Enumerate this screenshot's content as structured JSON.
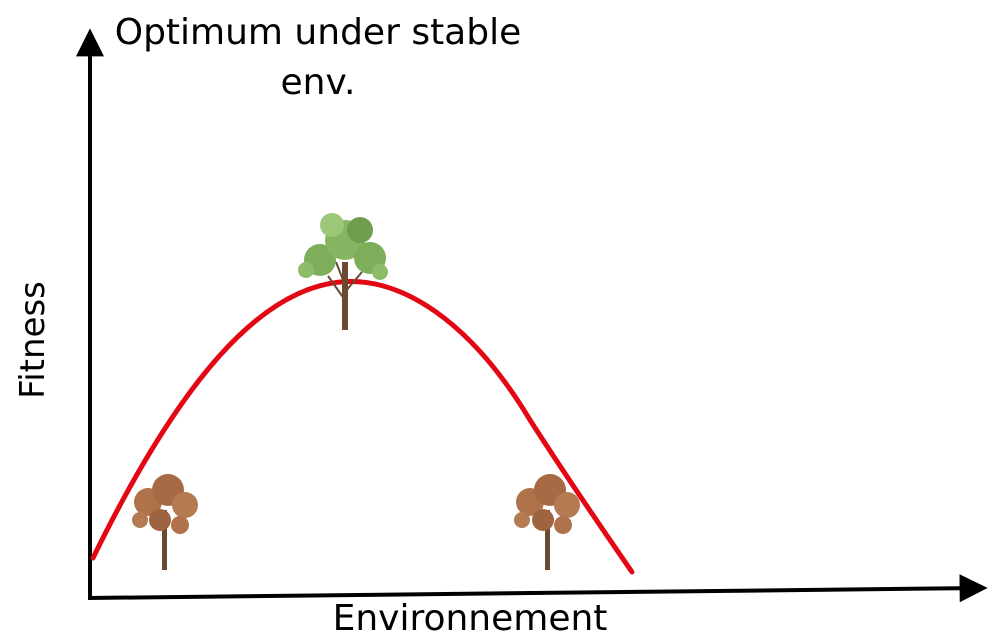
{
  "title": {
    "line1": "Optimum under stable",
    "line2": "env."
  },
  "axes": {
    "xlabel": "Environnement",
    "ylabel": "Fitness"
  },
  "colors": {
    "curve": "#e30613",
    "axis": "#000000",
    "healthy_foliage": "#7fae5a",
    "stressed_foliage": "#b0724a",
    "trunk": "#6b4a33"
  },
  "trees": [
    {
      "name": "healthy-tree-icon",
      "state": "healthy",
      "position": "peak"
    },
    {
      "name": "stressed-tree-left-icon",
      "state": "stressed",
      "position": "left-tail"
    },
    {
      "name": "stressed-tree-right-icon",
      "state": "stressed",
      "position": "right-tail"
    }
  ]
}
